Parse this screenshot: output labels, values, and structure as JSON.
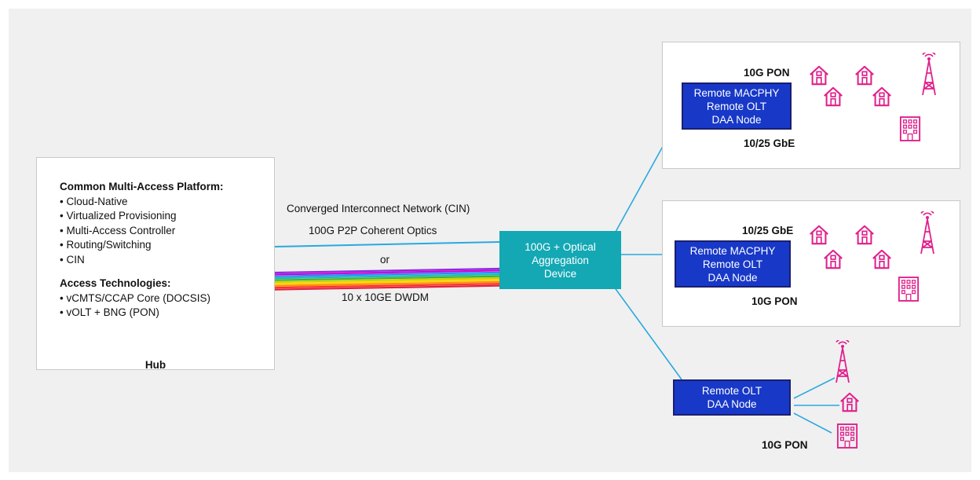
{
  "hub": {
    "platform_heading": "Common Multi-Access Platform:",
    "platform_items": [
      "Cloud-Native",
      "Virtualized Provisioning",
      "Multi-Access Controller",
      "Routing/Switching",
      "CIN"
    ],
    "access_heading": "Access Technologies:",
    "access_items": [
      "vCMTS/CCAP Core (DOCSIS)",
      "vOLT + BNG (PON)"
    ],
    "label": "Hub"
  },
  "links": {
    "cin_label": "Converged Interconnect Network (CIN)",
    "coherent_label": "100G P2P Coherent Optics",
    "or_label": "or",
    "dwdm_label": "10 x 10GE DWDM",
    "dwdm_colors": [
      "#8a2be2",
      "#d400d4",
      "#1e90ff",
      "#1fb8b0",
      "#3cb43c",
      "#c8d200",
      "#ffd400",
      "#ff8c00",
      "#ff3030",
      "#e0203c"
    ]
  },
  "aggregation": {
    "lines": [
      "100G + Optical",
      "Aggregation",
      "Device"
    ]
  },
  "site_top": {
    "node_lines": [
      "Remote MACPHY",
      "Remote OLT",
      "DAA Node"
    ],
    "upper_label": "10G PON",
    "lower_label": "10/25 GbE"
  },
  "site_middle": {
    "node_lines": [
      "Remote MACPHY",
      "Remote OLT",
      "DAA Node"
    ],
    "upper_label": "10/25 GbE",
    "lower_label": "10G PON"
  },
  "site_bottom": {
    "node_lines": [
      "Remote  OLT",
      "DAA Node"
    ],
    "pon_label": "10G PON"
  },
  "colors": {
    "teal": "#13a8b4",
    "link_cyan": "#2aa8e0",
    "node_blue": "#1838c8",
    "node_border": "#1a1f6e",
    "magenta": "#e0208c",
    "navy_line": "#1a1f6e"
  },
  "icons": [
    "house-icon",
    "cell-tower-icon",
    "apartment-building-icon"
  ]
}
